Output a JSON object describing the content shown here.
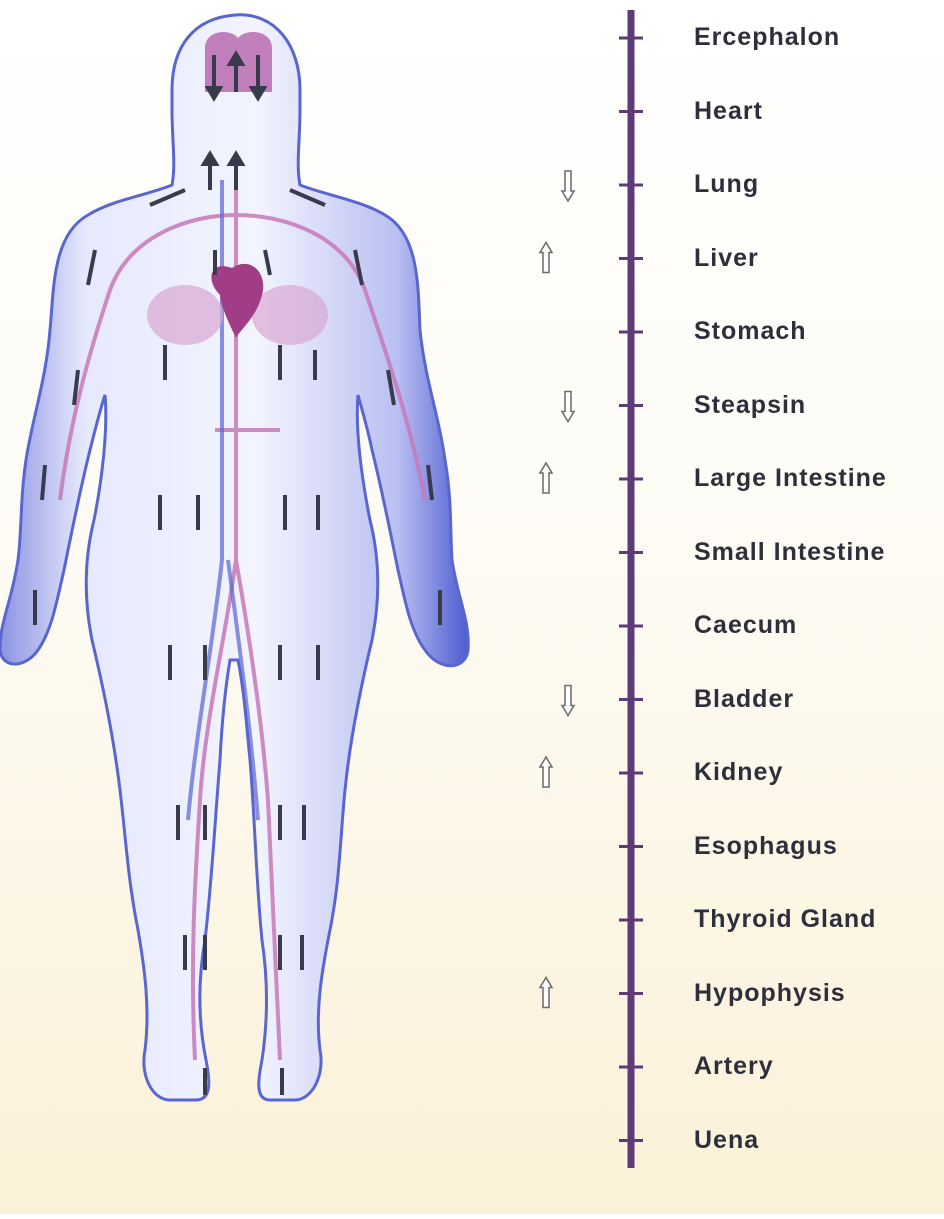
{
  "organs": [
    {
      "label": "Ercephalon",
      "indicator": "none"
    },
    {
      "label": "Heart",
      "indicator": "none"
    },
    {
      "label": "Lung",
      "indicator": "down"
    },
    {
      "label": "Liver",
      "indicator": "up"
    },
    {
      "label": "Stomach",
      "indicator": "none"
    },
    {
      "label": "Steapsin",
      "indicator": "down"
    },
    {
      "label": "Large Intestine",
      "indicator": "up"
    },
    {
      "label": "Small Intestine",
      "indicator": "none"
    },
    {
      "label": "Caecum",
      "indicator": "none"
    },
    {
      "label": "Bladder",
      "indicator": "down"
    },
    {
      "label": "Kidney",
      "indicator": "up"
    },
    {
      "label": "Esophagus",
      "indicator": "none"
    },
    {
      "label": "Thyroid Gland",
      "indicator": "none"
    },
    {
      "label": "Hypophysis",
      "indicator": "up"
    },
    {
      "label": "Artery",
      "indicator": "none"
    },
    {
      "label": "Uena",
      "indicator": "none"
    }
  ],
  "colors": {
    "axis": "#5e3a78",
    "body_fill": "#e2e6fb",
    "body_shade": "#6f7ad8",
    "vessel": "#c779b8",
    "heart": "#a03d86",
    "brain": "#b76bb0",
    "arrow": "#3a3a4d"
  },
  "icons": [
    "body-figure",
    "up-arrow-icon",
    "down-arrow-icon"
  ]
}
